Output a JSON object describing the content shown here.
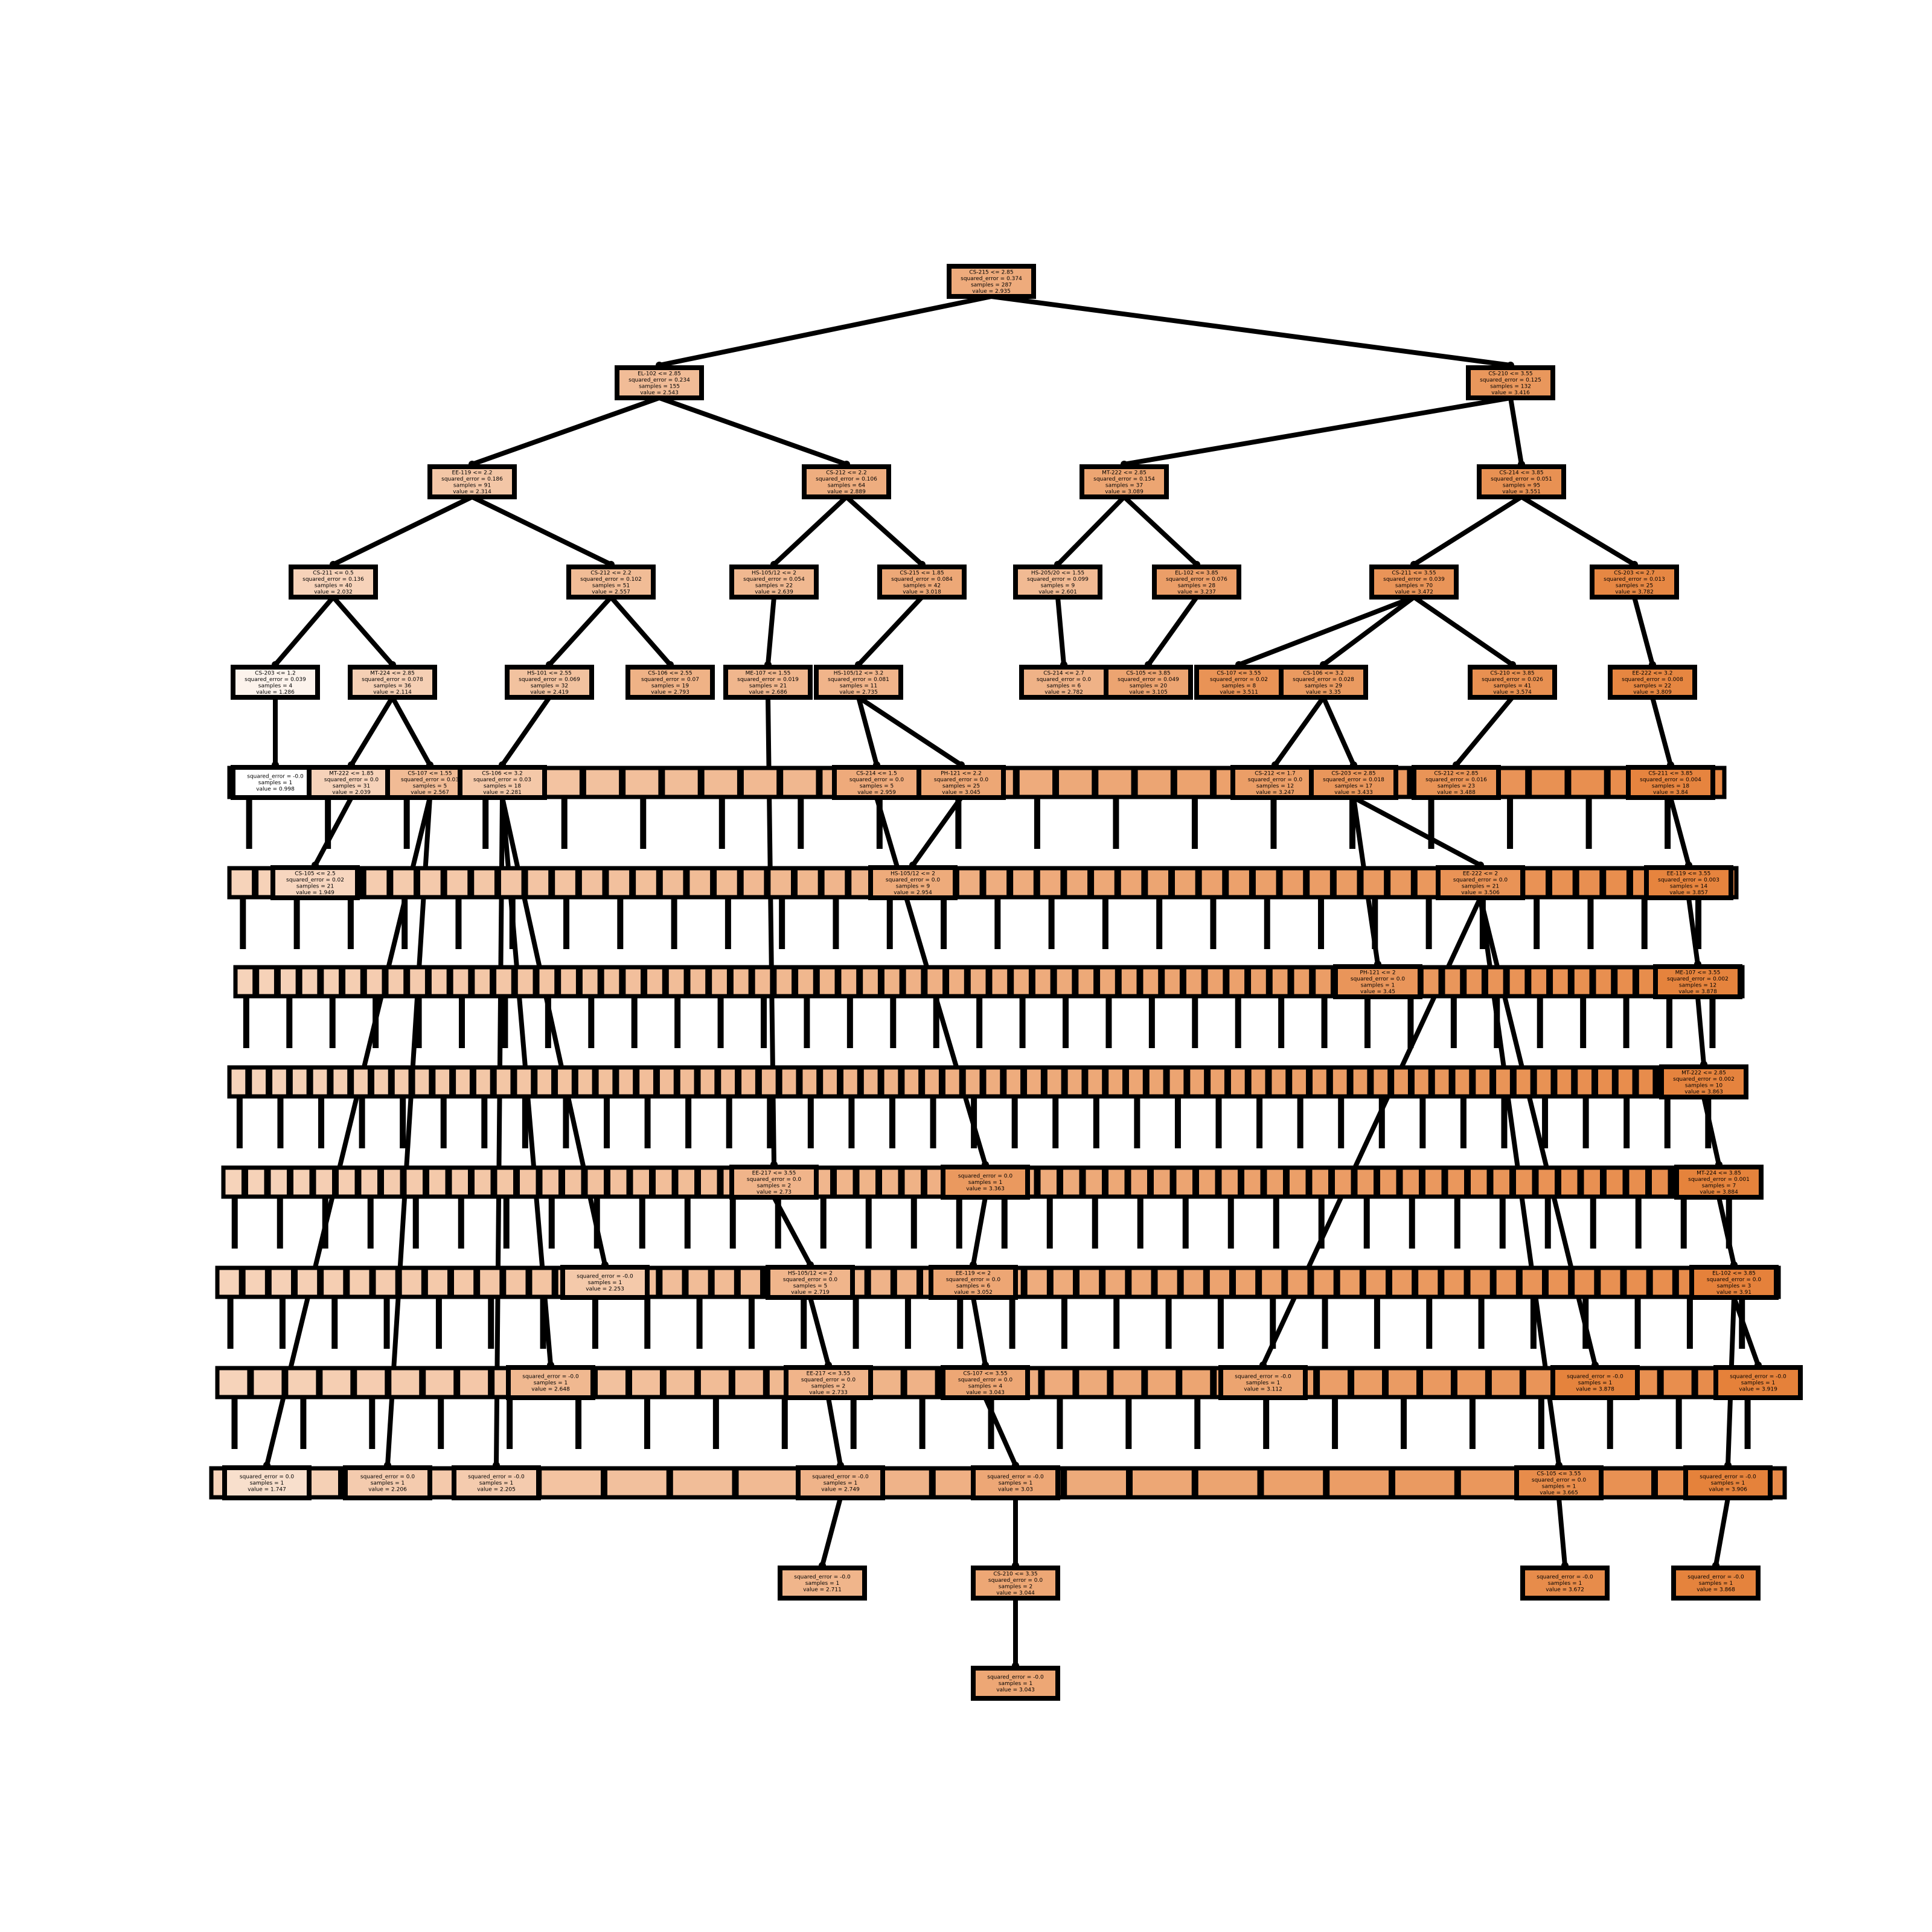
{
  "colors": {
    "edge": "#000000",
    "node_border": "#000000",
    "node_fill_low": "#ffffff",
    "node_fill_high": "#e5813a"
  },
  "tree": {
    "value_range": [
      0.998,
      3.919
    ],
    "nodes": [
      {
        "id": "n0",
        "parent": null,
        "depth": 0,
        "lines": [
          "CS-215 <= 2.85",
          "squared_error = 0.374",
          "samples = 287",
          "value = 2.935"
        ],
        "value": 2.935
      },
      {
        "id": "n1",
        "parent": "n0",
        "depth": 1,
        "lines": [
          "EL-102 <= 2.85",
          "squared_error = 0.234",
          "samples = 155",
          "value = 2.543"
        ],
        "value": 2.543
      },
      {
        "id": "n2",
        "parent": "n0",
        "depth": 1,
        "lines": [
          "CS-210 <= 3.55",
          "squared_error = 0.125",
          "samples = 132",
          "value = 3.416"
        ],
        "value": 3.416
      },
      {
        "id": "n3",
        "parent": "n1",
        "depth": 2,
        "lines": [
          "EE-119 <= 2.2",
          "squared_error = 0.186",
          "samples = 91",
          "value = 2.314"
        ],
        "value": 2.314
      },
      {
        "id": "n4",
        "parent": "n1",
        "depth": 2,
        "lines": [
          "CS-212 <= 2.2",
          "squared_error = 0.106",
          "samples = 64",
          "value = 2.889"
        ],
        "value": 2.889
      },
      {
        "id": "n5",
        "parent": "n2",
        "depth": 2,
        "lines": [
          "MT-222 <= 2.85",
          "squared_error = 0.154",
          "samples = 37",
          "value = 3.089"
        ],
        "value": 3.089
      },
      {
        "id": "n6",
        "parent": "n2",
        "depth": 2,
        "lines": [
          "CS-214 <= 3.85",
          "squared_error = 0.051",
          "samples = 95",
          "value = 3.551"
        ],
        "value": 3.551
      },
      {
        "id": "n7",
        "parent": "n3",
        "depth": 3,
        "lines": [
          "CS-211 <= 0.5",
          "squared_error = 0.136",
          "samples = 40",
          "value = 2.032"
        ],
        "value": 2.032
      },
      {
        "id": "n8",
        "parent": "n3",
        "depth": 3,
        "lines": [
          "CS-212 <= 2.2",
          "squared_error = 0.102",
          "samples = 51",
          "value = 2.557"
        ],
        "value": 2.557
      },
      {
        "id": "n9",
        "parent": "n4",
        "depth": 3,
        "lines": [
          "HS-105/12 <= 2",
          "squared_error = 0.054",
          "samples = 22",
          "value = 2.639"
        ],
        "value": 2.639
      },
      {
        "id": "n10",
        "parent": "n4",
        "depth": 3,
        "lines": [
          "CS-215 <= 1.85",
          "squared_error = 0.084",
          "samples = 42",
          "value = 3.018"
        ],
        "value": 3.018
      },
      {
        "id": "n11",
        "parent": "n5",
        "depth": 3,
        "lines": [
          "HS-205/20 <= 1.55",
          "squared_error = 0.099",
          "samples = 9",
          "value = 2.601"
        ],
        "value": 2.601
      },
      {
        "id": "n12",
        "parent": "n5",
        "depth": 3,
        "lines": [
          "EL-102 <= 3.85",
          "squared_error = 0.076",
          "samples = 28",
          "value = 3.237"
        ],
        "value": 3.237
      },
      {
        "id": "n13",
        "parent": "n6",
        "depth": 3,
        "lines": [
          "CS-211 <= 3.55",
          "squared_error = 0.039",
          "samples = 70",
          "value = 3.472"
        ],
        "value": 3.472
      },
      {
        "id": "n14",
        "parent": "n6",
        "depth": 3,
        "lines": [
          "CS-203 <= 2.7",
          "squared_error = 0.013",
          "samples = 25",
          "value = 3.782"
        ],
        "value": 3.782
      },
      {
        "id": "n15",
        "parent": "n7",
        "depth": 4,
        "lines": [
          "CS-203 <= 1.2",
          "squared_error = 0.039",
          "samples = 4",
          "value = 1.286"
        ],
        "value": 1.286
      },
      {
        "id": "n16",
        "parent": "n7",
        "depth": 4,
        "lines": [
          "MT-224 <= 2.85",
          "squared_error = 0.078",
          "samples = 36",
          "value = 2.114"
        ],
        "value": 2.114
      },
      {
        "id": "n17",
        "parent": "n8",
        "depth": 4,
        "lines": [
          "HS-101 <= 2.55",
          "squared_error = 0.069",
          "samples = 32",
          "value = 2.419"
        ],
        "value": 2.419
      },
      {
        "id": "n18",
        "parent": "n8",
        "depth": 4,
        "lines": [
          "CS-106 <= 2.55",
          "squared_error = 0.07",
          "samples = 19",
          "value = 2.793"
        ],
        "value": 2.793
      },
      {
        "id": "n19",
        "parent": "n9",
        "depth": 4,
        "lines": [
          "ME-107 <= 1.55",
          "squared_error = 0.019",
          "samples = 21",
          "value = 2.686"
        ],
        "value": 2.686
      },
      {
        "id": "n20",
        "parent": "n10",
        "depth": 4,
        "lines": [
          "HS-105/12 <= 3.2",
          "squared_error = 0.081",
          "samples = 11",
          "value = 2.735"
        ],
        "value": 2.735
      },
      {
        "id": "n21",
        "parent": "n11",
        "depth": 4,
        "lines": [
          "CS-214 <= 2.7",
          "squared_error = 0.0",
          "samples = 6",
          "value = 2.782"
        ],
        "value": 2.782
      },
      {
        "id": "n22",
        "parent": "n12",
        "depth": 4,
        "lines": [
          "CS-105 <= 3.85",
          "squared_error = 0.049",
          "samples = 20",
          "value = 3.105"
        ],
        "value": 3.105
      },
      {
        "id": "n23",
        "parent": "n13",
        "depth": 4,
        "lines": [
          "CS-107 <= 3.55",
          "squared_error = 0.02",
          "samples = 8",
          "value = 3.511"
        ],
        "value": 3.511
      },
      {
        "id": "n24",
        "parent": "n13",
        "depth": 4,
        "lines": [
          "CS-106 <= 3.2",
          "squared_error = 0.028",
          "samples = 29",
          "value = 3.35"
        ],
        "value": 3.35
      },
      {
        "id": "n25",
        "parent": "n13",
        "depth": 4,
        "lines": [
          "CS-210 <= 3.85",
          "squared_error = 0.026",
          "samples = 41",
          "value = 3.574"
        ],
        "value": 3.574
      },
      {
        "id": "n26",
        "parent": "n14",
        "depth": 4,
        "lines": [
          "EE-222 <= 3.2",
          "squared_error = 0.008",
          "samples = 22",
          "value = 3.809"
        ],
        "value": 3.809
      },
      {
        "id": "n27",
        "parent": "n15",
        "depth": 5,
        "lines": [
          "squared_error = -0.0",
          "samples = 1",
          "value = 0.998"
        ],
        "value": 0.998
      },
      {
        "id": "n28",
        "parent": "n16",
        "depth": 5,
        "lines": [
          "MT-222 <= 1.85",
          "squared_error = 0.0",
          "samples = 31",
          "value = 2.039"
        ],
        "value": 2.039
      },
      {
        "id": "n29",
        "parent": "n16",
        "depth": 5,
        "lines": [
          "CS-107 <= 1.55",
          "squared_error = 0.03",
          "samples = 5",
          "value = 2.567"
        ],
        "value": 2.567
      },
      {
        "id": "n30",
        "parent": "n17",
        "depth": 5,
        "lines": [
          "CS-106 <= 3.2",
          "squared_error = 0.03",
          "samples = 18",
          "value = 2.281"
        ],
        "value": 2.281
      },
      {
        "id": "n31",
        "parent": "n20",
        "depth": 5,
        "lines": [
          "CS-214 <= 1.5",
          "squared_error = 0.0",
          "samples = 5",
          "value = 2.959"
        ],
        "value": 2.959
      },
      {
        "id": "n32",
        "parent": "n20",
        "depth": 5,
        "lines": [
          "PH-121 <= 2.2",
          "squared_error = 0.0",
          "samples = 25",
          "value = 3.045"
        ],
        "value": 3.045
      },
      {
        "id": "n33",
        "parent": "n24",
        "depth": 5,
        "lines": [
          "CS-212 <= 1.7",
          "squared_error = 0.0",
          "samples = 12",
          "value = 3.247"
        ],
        "value": 3.247
      },
      {
        "id": "n34",
        "parent": "n24",
        "depth": 5,
        "lines": [
          "CS-203 <= 2.85",
          "squared_error = 0.018",
          "samples = 17",
          "value = 3.433"
        ],
        "value": 3.433
      },
      {
        "id": "n35",
        "parent": "n25",
        "depth": 5,
        "lines": [
          "CS-212 <= 2.85",
          "squared_error = 0.016",
          "samples = 23",
          "value = 3.488"
        ],
        "value": 3.488
      },
      {
        "id": "n36",
        "parent": "n26",
        "depth": 5,
        "lines": [
          "CS-211 <= 3.85",
          "squared_error = 0.004",
          "samples = 18",
          "value = 3.84"
        ],
        "value": 3.84
      },
      {
        "id": "n37",
        "parent": "n28",
        "depth": 6,
        "lines": [
          "CS-105 <= 2.5",
          "squared_error = 0.02",
          "samples = 21",
          "value = 1.949"
        ],
        "value": 1.949
      },
      {
        "id": "n38",
        "parent": "n32",
        "depth": 6,
        "lines": [
          "HS-105/12 <= 2",
          "squared_error = 0.0",
          "samples = 9",
          "value = 2.954"
        ],
        "value": 2.954
      },
      {
        "id": "n39",
        "parent": "n34",
        "depth": 6,
        "lines": [
          "EE-222 <= 2",
          "squared_error = 0.0",
          "samples = 21",
          "value = 3.506"
        ],
        "value": 3.506
      },
      {
        "id": "n40",
        "parent": "n36",
        "depth": 6,
        "lines": [
          "EE-119 <= 3.55",
          "squared_error = 0.003",
          "samples = 14",
          "value = 3.857"
        ],
        "value": 3.857
      },
      {
        "id": "n41",
        "parent": "n34",
        "depth": 7,
        "lines": [
          "PH-121 <= 2",
          "squared_error = 0.0",
          "samples = 1",
          "value = 3.45"
        ],
        "value": 3.45
      },
      {
        "id": "n42",
        "parent": "n40",
        "depth": 7,
        "lines": [
          "ME-107 <= 3.55",
          "squared_error = 0.002",
          "samples = 12",
          "value = 3.878"
        ],
        "value": 3.878
      },
      {
        "id": "n43",
        "parent": "n42",
        "depth": 8,
        "lines": [
          "MT-222 <= 2.85",
          "squared_error = 0.002",
          "samples = 10",
          "value = 3.863"
        ],
        "value": 3.863
      },
      {
        "id": "n44",
        "parent": "n19",
        "depth": 9,
        "lines": [
          "EE-217 <= 3.55",
          "squared_error = 0.0",
          "samples = 2",
          "value = 2.73"
        ],
        "value": 2.73
      },
      {
        "id": "n45",
        "parent": "n31",
        "depth": 9,
        "lines": [
          "squared_error = 0.0",
          "samples = 1",
          "value = 3.363"
        ],
        "value": 3.363
      },
      {
        "id": "n46",
        "parent": "n43",
        "depth": 9,
        "lines": [
          "MT-224 <= 3.85",
          "squared_error = 0.001",
          "samples = 7",
          "value = 3.884"
        ],
        "value": 3.884
      },
      {
        "id": "n47",
        "parent": "n30",
        "depth": 10,
        "lines": [
          "squared_error = -0.0",
          "samples = 1",
          "value = 2.253"
        ],
        "value": 2.253
      },
      {
        "id": "n48",
        "parent": "n44",
        "depth": 10,
        "lines": [
          "HS-105/12 <= 2",
          "squared_error = 0.0",
          "samples = 5",
          "value = 2.719"
        ],
        "value": 2.719
      },
      {
        "id": "n49",
        "parent": "n45",
        "depth": 10,
        "lines": [
          "EE-119 <= 2",
          "squared_error = 0.0",
          "samples = 6",
          "value = 3.052"
        ],
        "value": 3.052
      },
      {
        "id": "n50",
        "parent": "n46",
        "depth": 10,
        "lines": [
          "EL-102 <= 3.85",
          "squared_error = 0.0",
          "samples = 3",
          "value = 3.91"
        ],
        "value": 3.91
      },
      {
        "id": "n51",
        "parent": "n30",
        "depth": 11,
        "lines": [
          "squared_error = -0.0",
          "samples = 1",
          "value = 2.648"
        ],
        "value": 2.648
      },
      {
        "id": "n52",
        "parent": "n48",
        "depth": 11,
        "lines": [
          "EE-217 <= 3.55",
          "squared_error = 0.0",
          "samples = 2",
          "value = 2.733"
        ],
        "value": 2.733
      },
      {
        "id": "n53",
        "parent": "n49",
        "depth": 11,
        "lines": [
          "CS-107 <= 3.55",
          "squared_error = 0.0",
          "samples = 4",
          "value = 3.043"
        ],
        "value": 3.043
      },
      {
        "id": "n54",
        "parent": "n39",
        "depth": 11,
        "lines": [
          "squared_error = -0.0",
          "samples = 1",
          "value = 3.112"
        ],
        "value": 3.112
      },
      {
        "id": "n55",
        "parent": "n39",
        "depth": 11,
        "lines": [
          "squared_error = -0.0",
          "samples = 1",
          "value = 3.878"
        ],
        "value": 3.878
      },
      {
        "id": "n56",
        "parent": "n50",
        "depth": 11,
        "lines": [
          "squared_error = -0.0",
          "samples = 1",
          "value = 3.919"
        ],
        "value": 3.919
      },
      {
        "id": "n57",
        "parent": "n29",
        "depth": 12,
        "lines": [
          "squared_error = 0.0",
          "samples = 1",
          "value = 1.747"
        ],
        "value": 1.747
      },
      {
        "id": "n58",
        "parent": "n29",
        "depth": 12,
        "lines": [
          "squared_error = 0.0",
          "samples = 1",
          "value = 2.206"
        ],
        "value": 2.206
      },
      {
        "id": "n59",
        "parent": "n30",
        "depth": 12,
        "lines": [
          "squared_error = -0.0",
          "samples = 1",
          "value = 2.205"
        ],
        "value": 2.205
      },
      {
        "id": "n60",
        "parent": "n52",
        "depth": 12,
        "lines": [
          "squared_error = -0.0",
          "samples = 1",
          "value = 2.749"
        ],
        "value": 2.749
      },
      {
        "id": "n61",
        "parent": "n53",
        "depth": 12,
        "lines": [
          "squared_error = -0.0",
          "samples = 1",
          "value = 3.03"
        ],
        "value": 3.03
      },
      {
        "id": "n62",
        "parent": "n39",
        "depth": 12,
        "lines": [
          "CS-105 <= 3.55",
          "squared_error = 0.0",
          "samples = 1",
          "value = 3.665"
        ],
        "value": 3.665
      },
      {
        "id": "n63",
        "parent": "n50",
        "depth": 12,
        "lines": [
          "squared_error = -0.0",
          "samples = 1",
          "value = 3.906"
        ],
        "value": 3.906
      },
      {
        "id": "n64",
        "parent": "n60",
        "depth": 13,
        "lines": [
          "squared_error = -0.0",
          "samples = 1",
          "value = 2.711"
        ],
        "value": 2.711
      },
      {
        "id": "n65",
        "parent": "n61",
        "depth": 13,
        "lines": [
          "CS-210 <= 3.35",
          "squared_error = 0.0",
          "samples = 2",
          "value = 3.044"
        ],
        "value": 3.044
      },
      {
        "id": "n66",
        "parent": "n62",
        "depth": 13,
        "lines": [
          "squared_error = -0.0",
          "samples = 1",
          "value = 3.672"
        ],
        "value": 3.672
      },
      {
        "id": "n67",
        "parent": "n63",
        "depth": 13,
        "lines": [
          "squared_error = -0.0",
          "samples = 1",
          "value = 3.868"
        ],
        "value": 3.868
      },
      {
        "id": "n68",
        "parent": "n65",
        "depth": 14,
        "lines": [
          "squared_error = -0.0",
          "samples = 1",
          "value = 3.043"
        ],
        "value": 3.043
      }
    ]
  }
}
